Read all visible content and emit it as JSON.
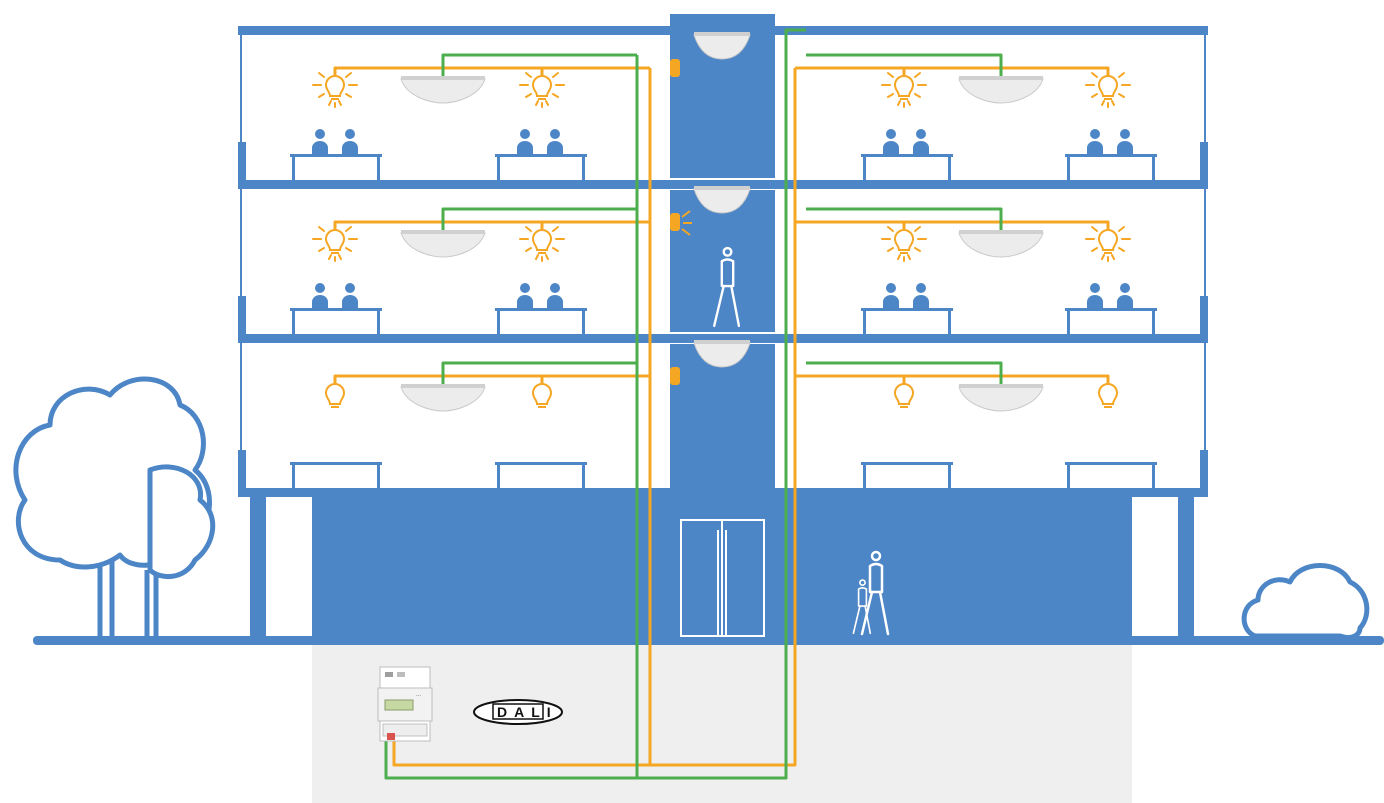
{
  "colors": {
    "building": "#4d86c6",
    "lamp": "#f5a623",
    "bus": "#4cae4c",
    "basement": "#efefef",
    "sensor": "#dcdcdc"
  },
  "icons": {
    "lamp": "light-bulb-icon",
    "sensor": "motion-sensor-icon",
    "person_seated": "seated-person-icon",
    "person_walking": "walking-person-icon",
    "tree": "tree-icon",
    "bush": "bush-icon",
    "controller": "dali-gateway-device-icon"
  },
  "states": {
    "floor_3": {
      "lights_on": true,
      "occupied": true
    },
    "floor_2": {
      "lights_on": true,
      "occupied": true
    },
    "floor_1": {
      "lights_on": false,
      "occupied": false
    },
    "stairwell_f3_indicator": "off",
    "stairwell_f2_indicator": "on",
    "stairwell_f1_indicator": "off"
  },
  "logo": {
    "text": "DALI"
  }
}
